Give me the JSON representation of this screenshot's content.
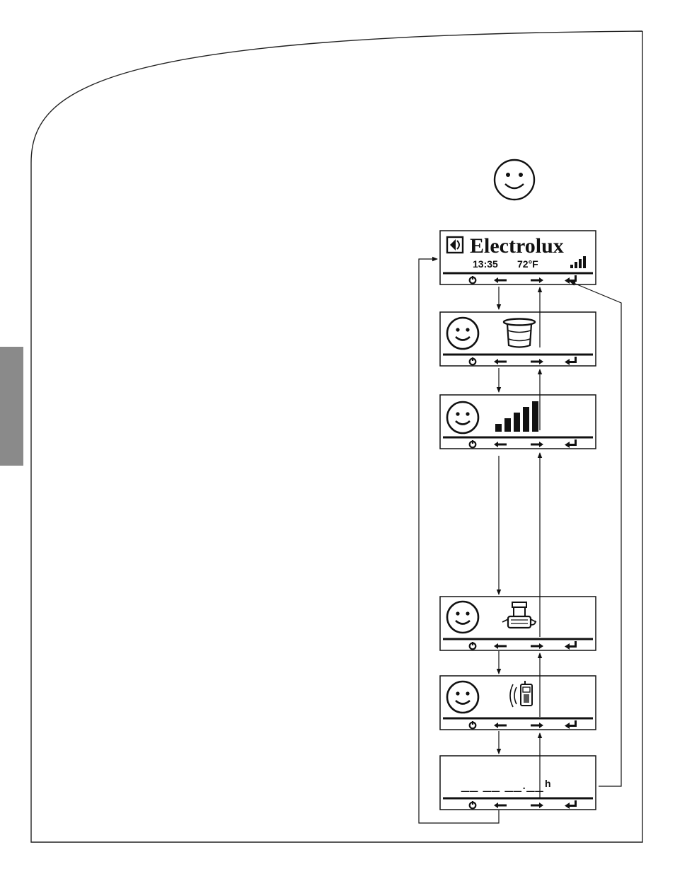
{
  "brand": {
    "name": "Electrolux"
  },
  "home_screen": {
    "time": "13:35",
    "temperature": "72°F",
    "signal_bars": 4
  },
  "menu_screens": [
    {
      "name": "dustbin",
      "icon": "dust-container-icon"
    },
    {
      "name": "power",
      "icon": "power-level-bars-icon",
      "level_bars": 5
    },
    {
      "name": "motor",
      "icon": "motor-icon"
    },
    {
      "name": "remote",
      "icon": "remote-control-icon"
    },
    {
      "name": "hours",
      "icon": "hour-counter",
      "value": "__ __ __.__",
      "unit": "h"
    }
  ],
  "nav_buttons": [
    "power-icon",
    "arrow-left-icon",
    "arrow-right-icon",
    "enter-icon"
  ],
  "colors": {
    "ink": "#111111",
    "tab": "#8a8a8a"
  }
}
